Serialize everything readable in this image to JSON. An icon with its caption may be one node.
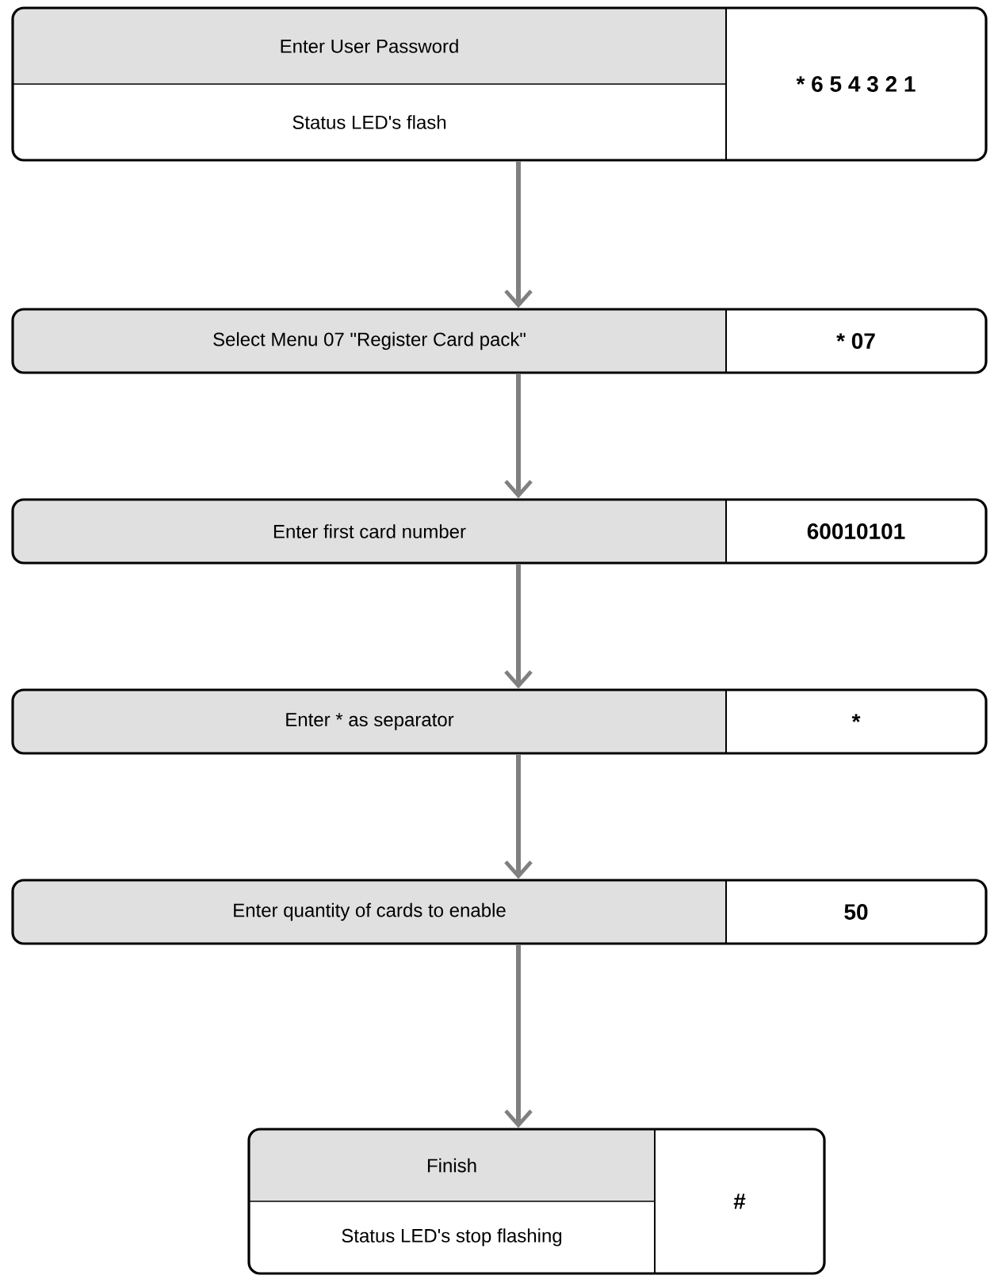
{
  "diagram": {
    "nodes": [
      {
        "text": [
          "Enter User Password",
          "Status LED's flash",
          "* 6 5 4 3 2 1"
        ]
      },
      {
        "text": [
          "Select Menu 07 \"Register Card pack\"",
          "* 07"
        ]
      },
      {
        "text": [
          "Enter first card number",
          "60010101"
        ]
      },
      {
        "text": [
          "Enter * as separator",
          "*"
        ]
      },
      {
        "text": [
          "Enter quantity of cards to enable",
          "50"
        ]
      },
      {
        "text": [
          "Finish",
          "Status LED's stop flashing",
          "#"
        ]
      }
    ],
    "edges": [
      {
        "from": 0,
        "to": 1,
        "arrow": "to"
      },
      {
        "from": 1,
        "to": 2,
        "arrow": "to"
      },
      {
        "from": 2,
        "to": 3,
        "arrow": "to"
      },
      {
        "from": 3,
        "to": 4,
        "arrow": "to"
      },
      {
        "from": 4,
        "to": 5,
        "arrow": "to"
      }
    ]
  }
}
